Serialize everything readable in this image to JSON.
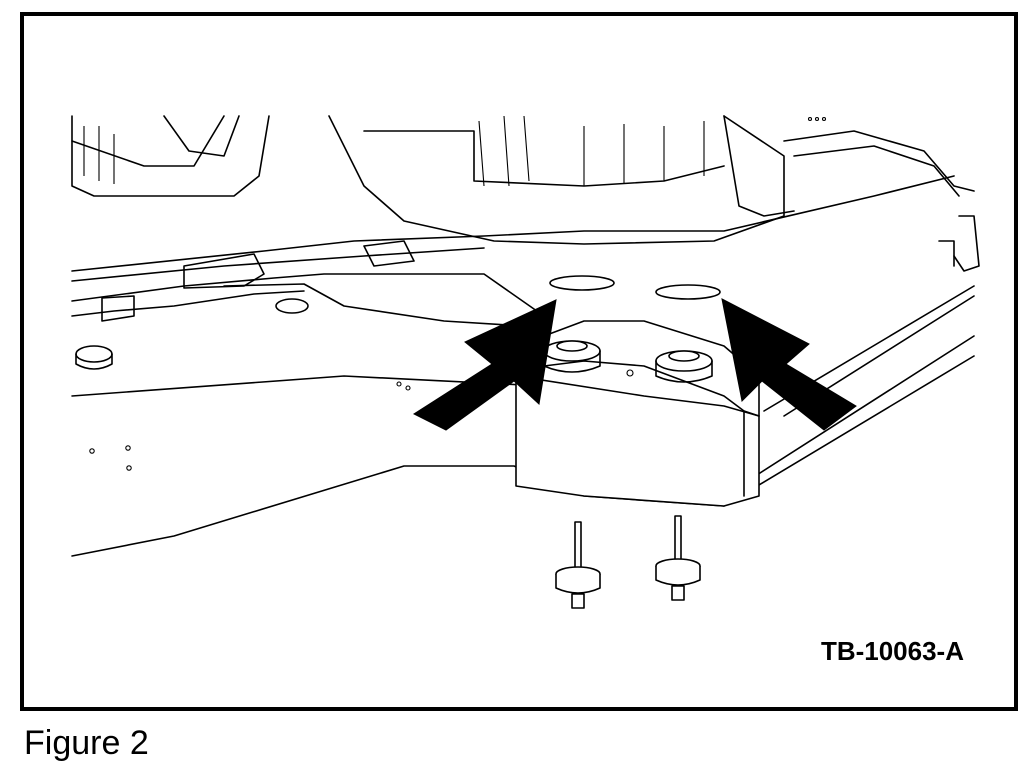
{
  "figure": {
    "reference_id": "TB-10063-A",
    "caption": "Figure 2"
  },
  "illustration": {
    "arrows": [
      {
        "name": "left-arrow",
        "points_to": "left-mount-hole"
      },
      {
        "name": "right-arrow",
        "points_to": "right-mount-hole"
      }
    ],
    "fasteners": [
      {
        "name": "left-mount-isolator"
      },
      {
        "name": "right-mount-isolator"
      }
    ]
  }
}
